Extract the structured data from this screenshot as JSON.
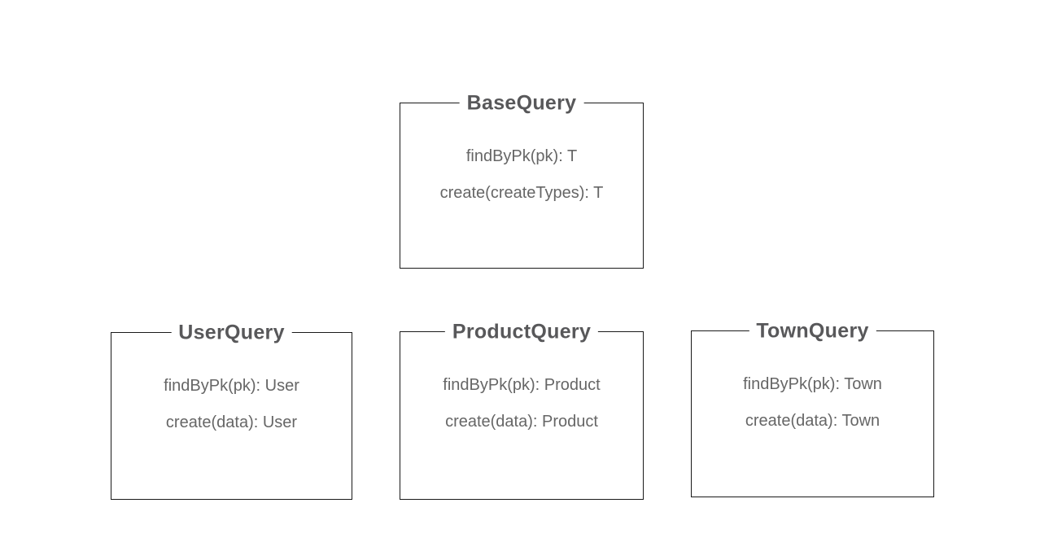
{
  "diagram": {
    "classes": [
      {
        "name": "BaseQuery",
        "methods": [
          "findByPk(pk): T",
          "create(createTypes): T"
        ]
      },
      {
        "name": "UserQuery",
        "methods": [
          "findByPk(pk): User",
          "create(data): User"
        ]
      },
      {
        "name": "ProductQuery",
        "methods": [
          "findByPk(pk): Product",
          "create(data): Product"
        ]
      },
      {
        "name": "TownQuery",
        "methods": [
          "findByPk(pk): Town",
          "create(data): Town"
        ]
      }
    ],
    "colors": {
      "background": "#ffffff",
      "border": "#1a1a1a",
      "title_text": "#58585a",
      "method_text": "#666666"
    }
  }
}
